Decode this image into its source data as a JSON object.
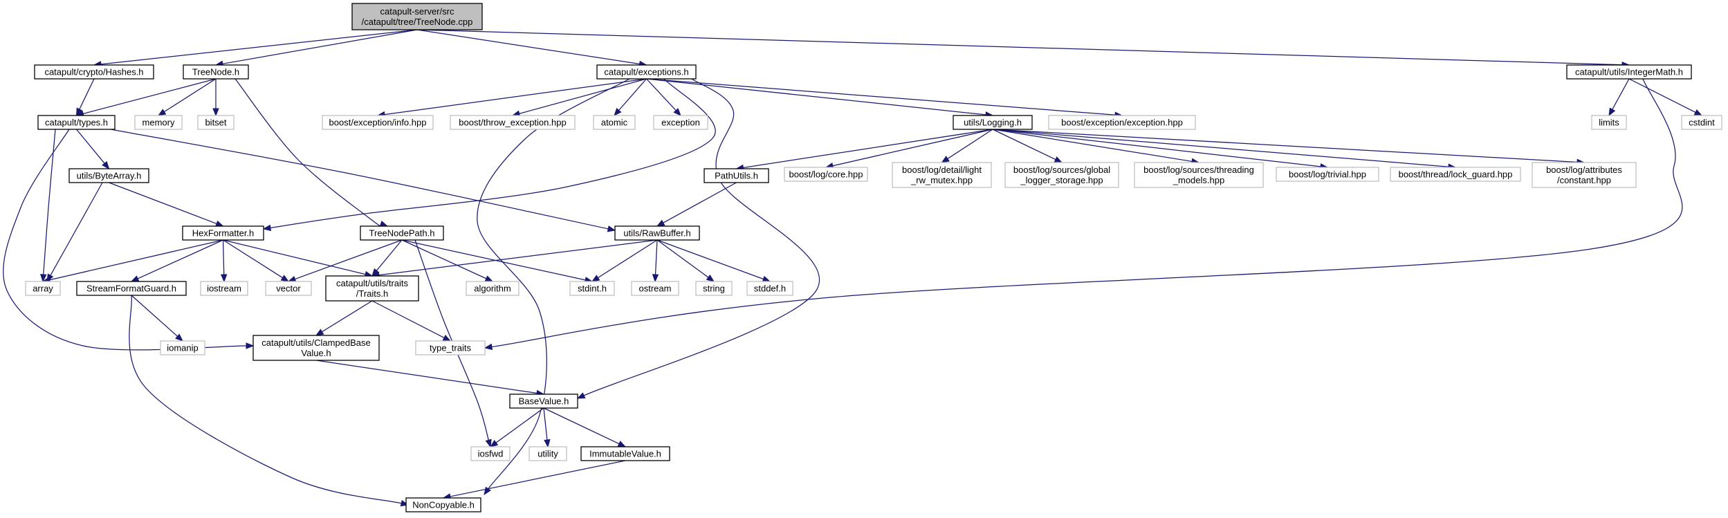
{
  "colors": {
    "edge": "#191970",
    "root_fill": "#bfbfbf",
    "external_border": "#bfbfbf",
    "local_border": "#000000"
  },
  "nodes": {
    "root": {
      "lines": [
        "catapult-server/src",
        "/catapult/tree/TreeNode.cpp"
      ],
      "kind": "root"
    },
    "hashes": {
      "lines": [
        "catapult/crypto/Hashes.h"
      ],
      "kind": "local"
    },
    "treenode": {
      "lines": [
        "TreeNode.h"
      ],
      "kind": "local"
    },
    "exceptions": {
      "lines": [
        "catapult/exceptions.h"
      ],
      "kind": "local"
    },
    "integermath": {
      "lines": [
        "catapult/utils/IntegerMath.h"
      ],
      "kind": "local"
    },
    "types": {
      "lines": [
        "catapult/types.h"
      ],
      "kind": "local"
    },
    "memory": {
      "lines": [
        "memory"
      ],
      "kind": "ext"
    },
    "bitset": {
      "lines": [
        "bitset"
      ],
      "kind": "ext"
    },
    "b_info": {
      "lines": [
        "boost/exception/info.hpp"
      ],
      "kind": "ext"
    },
    "b_throw": {
      "lines": [
        "boost/throw_exception.hpp"
      ],
      "kind": "ext"
    },
    "atomic": {
      "lines": [
        "atomic"
      ],
      "kind": "ext"
    },
    "exception": {
      "lines": [
        "exception"
      ],
      "kind": "ext"
    },
    "logging": {
      "lines": [
        "utils/Logging.h"
      ],
      "kind": "local"
    },
    "b_exc": {
      "lines": [
        "boost/exception/exception.hpp"
      ],
      "kind": "ext"
    },
    "limits": {
      "lines": [
        "limits"
      ],
      "kind": "ext"
    },
    "cstdint": {
      "lines": [
        "cstdint"
      ],
      "kind": "ext"
    },
    "bytearray": {
      "lines": [
        "utils/ByteArray.h"
      ],
      "kind": "local"
    },
    "pathutils": {
      "lines": [
        "PathUtils.h"
      ],
      "kind": "local"
    },
    "b_core": {
      "lines": [
        "boost/log/core.hpp"
      ],
      "kind": "ext"
    },
    "b_light": {
      "lines": [
        "boost/log/detail/light",
        "_rw_mutex.hpp"
      ],
      "kind": "ext"
    },
    "b_global": {
      "lines": [
        "boost/log/sources/global",
        "_logger_storage.hpp"
      ],
      "kind": "ext"
    },
    "b_threading": {
      "lines": [
        "boost/log/sources/threading",
        "_models.hpp"
      ],
      "kind": "ext"
    },
    "b_trivial": {
      "lines": [
        "boost/log/trivial.hpp"
      ],
      "kind": "ext"
    },
    "b_lockguard": {
      "lines": [
        "boost/thread/lock_guard.hpp"
      ],
      "kind": "ext"
    },
    "b_constant": {
      "lines": [
        "boost/log/attributes",
        "/constant.hpp"
      ],
      "kind": "ext"
    },
    "hexformatter": {
      "lines": [
        "HexFormatter.h"
      ],
      "kind": "local"
    },
    "treenodepath": {
      "lines": [
        "TreeNodePath.h"
      ],
      "kind": "local"
    },
    "rawbuffer": {
      "lines": [
        "utils/RawBuffer.h"
      ],
      "kind": "local"
    },
    "array": {
      "lines": [
        "array"
      ],
      "kind": "ext"
    },
    "streamformatguard": {
      "lines": [
        "StreamFormatGuard.h"
      ],
      "kind": "local"
    },
    "iostream": {
      "lines": [
        "iostream"
      ],
      "kind": "ext"
    },
    "vector": {
      "lines": [
        "vector"
      ],
      "kind": "ext"
    },
    "traits": {
      "lines": [
        "catapult/utils/traits",
        "/Traits.h"
      ],
      "kind": "local"
    },
    "algorithm": {
      "lines": [
        "algorithm"
      ],
      "kind": "ext"
    },
    "stdint": {
      "lines": [
        "stdint.h"
      ],
      "kind": "ext"
    },
    "ostream": {
      "lines": [
        "ostream"
      ],
      "kind": "ext"
    },
    "string": {
      "lines": [
        "string"
      ],
      "kind": "ext"
    },
    "stddef": {
      "lines": [
        "stddef.h"
      ],
      "kind": "ext"
    },
    "iomanip": {
      "lines": [
        "iomanip"
      ],
      "kind": "ext"
    },
    "clampedbase": {
      "lines": [
        "catapult/utils/ClampedBase",
        "Value.h"
      ],
      "kind": "local"
    },
    "type_traits": {
      "lines": [
        "type_traits"
      ],
      "kind": "ext"
    },
    "basevalue": {
      "lines": [
        "BaseValue.h"
      ],
      "kind": "local"
    },
    "iosfwd": {
      "lines": [
        "iosfwd"
      ],
      "kind": "ext"
    },
    "utility": {
      "lines": [
        "utility"
      ],
      "kind": "ext"
    },
    "immutablevalue": {
      "lines": [
        "ImmutableValue.h"
      ],
      "kind": "local"
    },
    "noncopyable": {
      "lines": [
        "NonCopyable.h"
      ],
      "kind": "local"
    }
  },
  "edges": [
    [
      "root",
      "hashes"
    ],
    [
      "root",
      "treenode"
    ],
    [
      "root",
      "exceptions"
    ],
    [
      "root",
      "integermath"
    ],
    [
      "hashes",
      "types"
    ],
    [
      "treenode",
      "types"
    ],
    [
      "treenode",
      "memory"
    ],
    [
      "treenode",
      "bitset"
    ],
    [
      "treenode",
      "treenodepath"
    ],
    [
      "exceptions",
      "hexformatter"
    ],
    [
      "exceptions",
      "noncopyable"
    ],
    [
      "exceptions",
      "b_info"
    ],
    [
      "exceptions",
      "b_throw"
    ],
    [
      "exceptions",
      "atomic"
    ],
    [
      "exceptions",
      "exception"
    ],
    [
      "exceptions",
      "logging"
    ],
    [
      "exceptions",
      "b_exc"
    ],
    [
      "exceptions",
      "basevalue"
    ],
    [
      "integermath",
      "limits"
    ],
    [
      "integermath",
      "cstdint"
    ],
    [
      "integermath",
      "type_traits"
    ],
    [
      "types",
      "bytearray"
    ],
    [
      "types",
      "rawbuffer"
    ],
    [
      "types",
      "array"
    ],
    [
      "types",
      "clampedbase"
    ],
    [
      "logging",
      "pathutils"
    ],
    [
      "logging",
      "b_core"
    ],
    [
      "logging",
      "b_light"
    ],
    [
      "logging",
      "b_global"
    ],
    [
      "logging",
      "b_threading"
    ],
    [
      "logging",
      "b_trivial"
    ],
    [
      "logging",
      "b_lockguard"
    ],
    [
      "logging",
      "b_constant"
    ],
    [
      "bytearray",
      "array"
    ],
    [
      "bytearray",
      "hexformatter"
    ],
    [
      "pathutils",
      "rawbuffer"
    ],
    [
      "hexformatter",
      "array"
    ],
    [
      "hexformatter",
      "streamformatguard"
    ],
    [
      "hexformatter",
      "iostream"
    ],
    [
      "hexformatter",
      "vector"
    ],
    [
      "hexformatter",
      "traits"
    ],
    [
      "treenodepath",
      "vector"
    ],
    [
      "treenodepath",
      "traits"
    ],
    [
      "treenodepath",
      "algorithm"
    ],
    [
      "treenodepath",
      "stdint"
    ],
    [
      "treenodepath",
      "iosfwd"
    ],
    [
      "rawbuffer",
      "traits"
    ],
    [
      "rawbuffer",
      "stdint"
    ],
    [
      "rawbuffer",
      "ostream"
    ],
    [
      "rawbuffer",
      "string"
    ],
    [
      "rawbuffer",
      "stddef"
    ],
    [
      "streamformatguard",
      "iomanip"
    ],
    [
      "streamformatguard",
      "noncopyable"
    ],
    [
      "traits",
      "clampedbase"
    ],
    [
      "traits",
      "type_traits"
    ],
    [
      "clampedbase",
      "basevalue"
    ],
    [
      "basevalue",
      "iosfwd"
    ],
    [
      "basevalue",
      "utility"
    ],
    [
      "basevalue",
      "immutablevalue"
    ],
    [
      "immutablevalue",
      "noncopyable"
    ]
  ]
}
